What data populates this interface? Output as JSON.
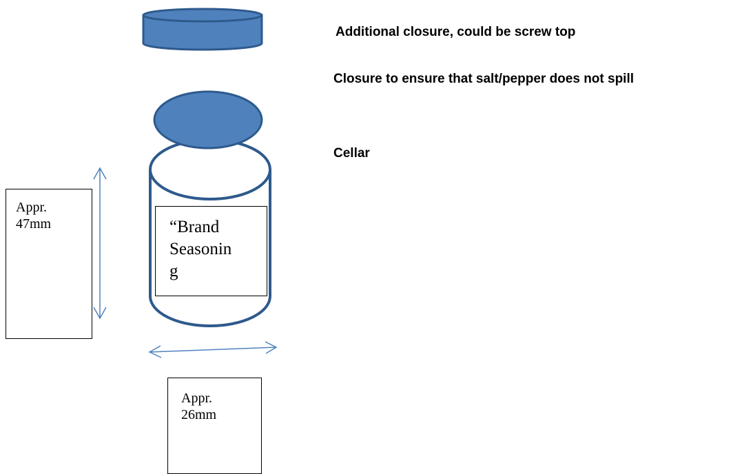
{
  "annotations": {
    "cap": "Additional closure, could be screw top",
    "closure": "Closure to ensure that salt/pepper does not spill",
    "cellar": "Cellar"
  },
  "product_label": {
    "line1": "“Brand",
    "line2": "Seasonin",
    "line3": "g"
  },
  "height_box": {
    "line1": "Appr.",
    "line2": "47mm"
  },
  "width_box": {
    "line1": "Appr.",
    "line2": "26mm"
  },
  "colors": {
    "fill": "#4f81bd",
    "stroke": "#2e5a8c",
    "arrow": "#4f81bd"
  }
}
